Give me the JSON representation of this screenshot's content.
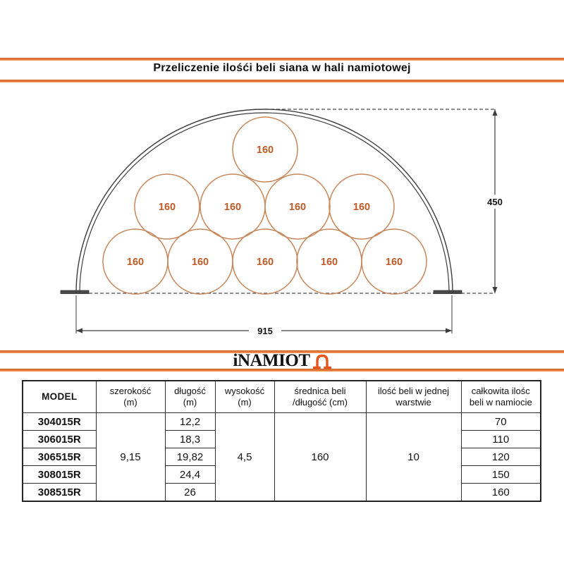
{
  "title": "Przeliczenie ilośći beli siana w hali namiotowej",
  "logo": {
    "text": "iNAMIOT",
    "icon": "tent-arch-icon"
  },
  "diagram": {
    "bale_labels": [
      "160",
      "160",
      "160",
      "160",
      "160",
      "160",
      "160",
      "160",
      "160",
      "160"
    ],
    "height_label": "450",
    "width_label": "915"
  },
  "table": {
    "headers": [
      {
        "l1": "MODEL",
        "l2": ""
      },
      {
        "l1": "szerokość",
        "l2": "(m)"
      },
      {
        "l1": "długość",
        "l2": "(m)"
      },
      {
        "l1": "wysokość",
        "l2": "(m)"
      },
      {
        "l1": "średnica beli",
        "l2": "/długość (cm)"
      },
      {
        "l1": "ilość beli w jednej",
        "l2": "warstwie"
      },
      {
        "l1": "całkowita ilośc",
        "l2": "beli w namiocie"
      }
    ],
    "merged": {
      "szerokosc": "9,15",
      "wysokosc": "4,5",
      "srednica_beli": "160",
      "ilosc_beli_warstwa": "10"
    },
    "rows": [
      {
        "model": "304015R",
        "dlugosc": "12,2",
        "calkowita": "70"
      },
      {
        "model": "306015R",
        "dlugosc": "18,3",
        "calkowita": "110"
      },
      {
        "model": "306515R",
        "dlugosc": "19,82",
        "calkowita": "120"
      },
      {
        "model": "308015R",
        "dlugosc": "24,4",
        "calkowita": "150"
      },
      {
        "model": "308515R",
        "dlugosc": "26",
        "calkowita": "160"
      }
    ]
  },
  "colors": {
    "accent_orange": "#e87a3a",
    "bale_stroke": "#c8875a",
    "bale_text": "#c05a26",
    "line_dark": "#3d3d3d"
  }
}
